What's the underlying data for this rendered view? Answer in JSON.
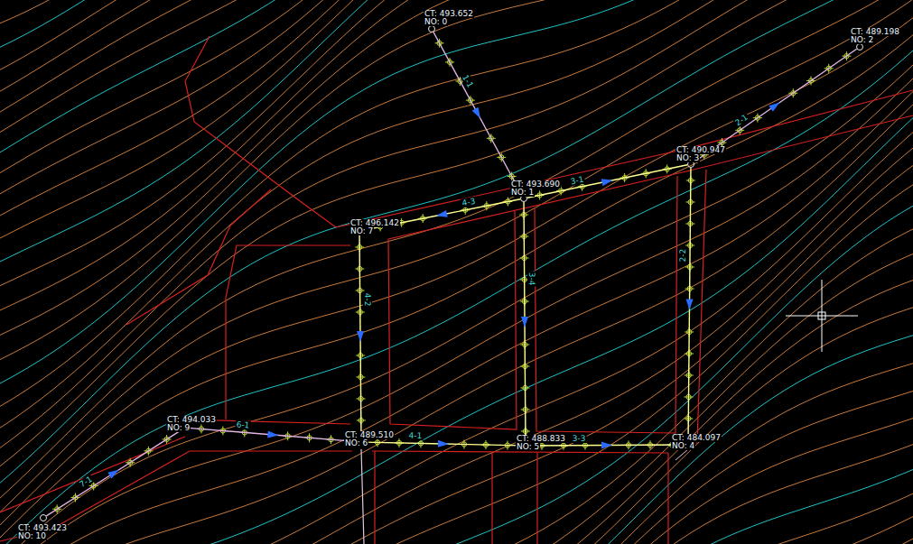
{
  "diagram": {
    "nodes": [
      {
        "text": [
          "CT: 493.652",
          "NO: 0"
        ]
      },
      {
        "text": [
          "CT: 493.690",
          "NO: 1"
        ]
      },
      {
        "text": [
          "CT: 489.198",
          "NO: 2"
        ]
      },
      {
        "text": [
          "CT: 490.947",
          "NO: 3"
        ]
      },
      {
        "text": [
          "CT: 484.097",
          "NO: 4"
        ]
      },
      {
        "text": [
          "CT: 488.833",
          "NO: 5"
        ]
      },
      {
        "text": [
          "CT: 489.510",
          "NO: 6"
        ]
      },
      {
        "text": [
          "CT: 496.142",
          "NO: 7"
        ]
      },
      {
        "text": [
          "CT: 494.033",
          "NO: 9"
        ]
      },
      {
        "text": [
          "CT: 493.423",
          "NO: 10"
        ]
      }
    ],
    "edges": [
      {
        "from": 0,
        "to": 1,
        "arrow": "to",
        "label": "1-1"
      },
      {
        "from": 3,
        "to": 2,
        "arrow": "to",
        "label": "2-1"
      },
      {
        "from": 1,
        "to": 3,
        "arrow": "to",
        "label": "3-1"
      },
      {
        "from": 1,
        "to": 7,
        "arrow": "to",
        "label": "4-3"
      },
      {
        "from": 7,
        "to": 6,
        "arrow": "to",
        "label": "4-2"
      },
      {
        "from": 1,
        "to": 5,
        "arrow": "to",
        "label": "3-4"
      },
      {
        "from": 3,
        "to": 4,
        "arrow": "to",
        "label": "2-2"
      },
      {
        "from": 6,
        "to": 5,
        "arrow": "to",
        "label": "4-1"
      },
      {
        "from": 5,
        "to": 4,
        "arrow": "to",
        "label": "3-3"
      },
      {
        "from": 8,
        "to": 6,
        "arrow": "to",
        "label": "6-1"
      },
      {
        "from": 9,
        "to": 8,
        "arrow": "to",
        "label": "7-1"
      }
    ]
  }
}
